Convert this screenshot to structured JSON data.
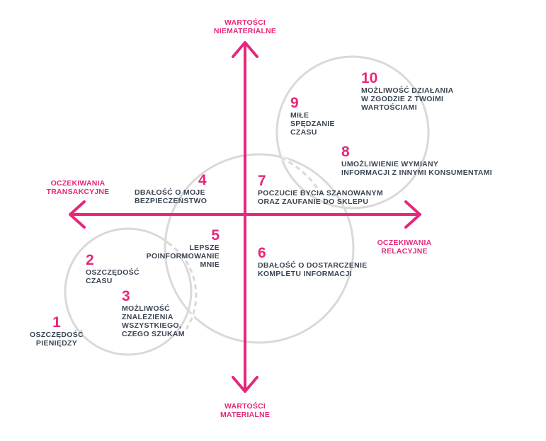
{
  "axes": {
    "top": "WARTOŚCI\nNIEMATERIALNE",
    "bottom": "WARTOŚCI\nMATERIALNE",
    "left": "OCZEKIWANIA\nTRANSAKCYJNE",
    "right": "OCZEKIWANIA\nRELACYJNE"
  },
  "colors": {
    "accent": "#e5287a",
    "text": "#3a4553",
    "circle": "#d9d9d9"
  },
  "items": [
    {
      "number": "1",
      "text": "OSZCZĘDOŚĆ\nPIENIĘDZY"
    },
    {
      "number": "2",
      "text": "OSZCZĘDOŚĆ\nCZASU"
    },
    {
      "number": "3",
      "text": "MOŻLIWOŚĆ\nZNALEZIENIA\nWSZYSTKIEGO,\nCZEGO SZUKAM"
    },
    {
      "number": "4",
      "text": "DBAŁOŚĆ O MOJE\nBEZPIECZEŃSTWO"
    },
    {
      "number": "5",
      "text": "LEPSZE\nPOINFORMOWANIE\nMNIE"
    },
    {
      "number": "6",
      "text": "DBAŁOŚĆ O DOSTARCZENIE\nKOMPLETU INFORMACJI"
    },
    {
      "number": "7",
      "text": "POCZUCIE BYCIA SZANOWANYM\nORAZ ZAUFANIE DO SKLEPU"
    },
    {
      "number": "8",
      "text": "UMOŻLIWIENIE WYMIANY\nINFORMACJI Z INNYMI KONSUMENTAMI"
    },
    {
      "number": "9",
      "text": "MIŁE\nSPĘDZANIE\nCZASU"
    },
    {
      "number": "10",
      "text": "MOŻLIWOŚĆ DZIAŁANIA\nW ZGODZIE Z TWOIMI\nWARTOŚCIAMI"
    }
  ]
}
